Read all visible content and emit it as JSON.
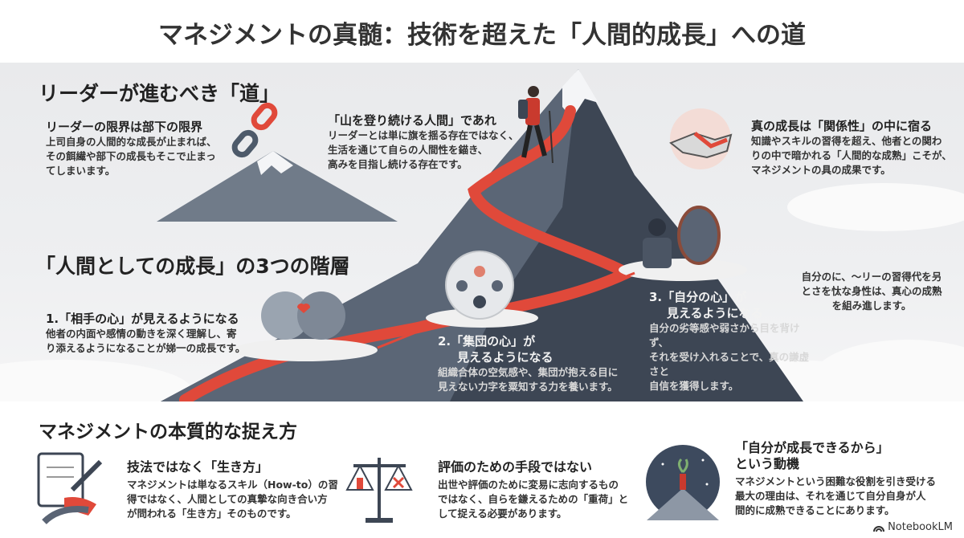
{
  "title": "マネジメントの真髄：技術を超えた「人間的成長」への道",
  "section1": {
    "heading": "リーダーが進むべき「道」",
    "blocks": [
      {
        "title": "リーダーの限界は部下の限界",
        "body": [
          "上司自身の人間的な成長が止まれば、",
          "その餌繊や部下の成長もそこで止まっ",
          "てしまいます。"
        ]
      },
      {
        "title": "「山を登り続ける人間」であれ",
        "body": [
          "リーダーとは単に旗を揺る存在ではなく、",
          "生活を通じて自らの人間性を錨き、",
          "高みを目指し続ける存在です。"
        ]
      },
      {
        "title": "真の成長は「関係性」の中に宿る",
        "body": [
          "知識やスキルの習得を超え、他者との関わ",
          "りの中で暗かれる「人間的な成熟」こそが、",
          "マネジメントの具の成果です。"
        ]
      }
    ]
  },
  "section2": {
    "heading": "「人間としての成長」の3つの階層",
    "levels": [
      {
        "title": "1.「相手の心」が見えるようになる",
        "body": [
          "他者の内面や感情の動きを深く理解し、寄",
          "り添えるようになることが娣一の成長です。"
        ]
      },
      {
        "title": [
          "2.「集団の心」が",
          "見えるようになる"
        ],
        "body": [
          "組織合体の空気感や、集団が抱える目に",
          "見えない力字を粟知する力を養います。"
        ]
      },
      {
        "title": [
          "3.「自分の心」が",
          "見えるようになる"
        ],
        "body": [
          "自分の劣等感や弱さから目を背けず、",
          "それを受け入れることで、真の謙虚さと",
          "自信を獲得します。"
        ]
      }
    ],
    "note": [
      "自分のに、〜リーの習得代を叧",
      "とさを忲な身性は、真心の成熟",
      "を組み進します。"
    ]
  },
  "section3": {
    "heading": "マネジメントの本質的な捉え方",
    "items": [
      {
        "title": "技法ではなく「生き方」",
        "body": [
          "マネジメントは単なるスキル（How-to）の習",
          "得ではなく、人間としての真摯な向き合い方",
          "が問われる「生き方」そのものです。"
        ]
      },
      {
        "title": "評価のための手段ではない",
        "body": [
          "出世や評価のために変易に志向するもの",
          "ではなく、自らを鎌えるための「重荷」と",
          "して捉える必要があります。"
        ]
      },
      {
        "title": [
          "「自分が成長できるから」",
          "という動機"
        ],
        "body": [
          "マネジメントという困難な役割を引き受ける",
          "最大の理由は、それを通じて自分自身が人",
          "間的に成熟できることにあります。"
        ]
      }
    ]
  },
  "brand": "NotebookLM",
  "colors": {
    "accent": "#e0493a",
    "mountain": "#3d4654",
    "snow": "#f4f5f7"
  }
}
